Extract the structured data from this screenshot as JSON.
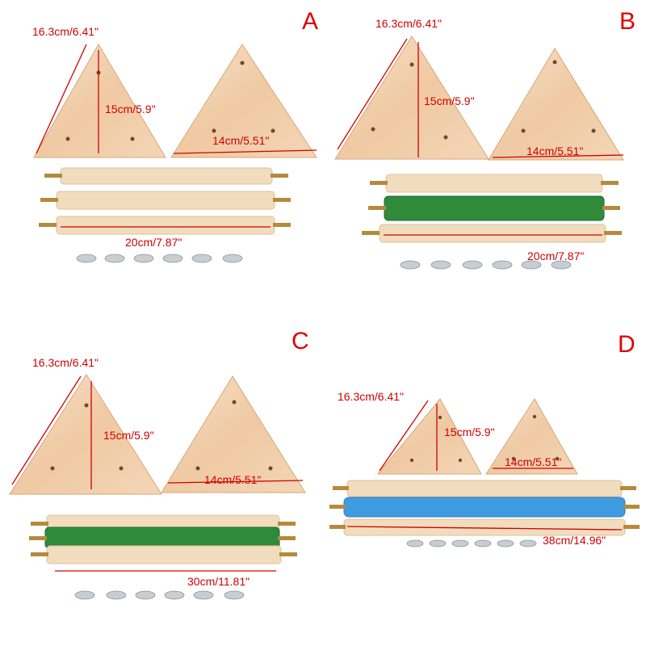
{
  "panels": [
    {
      "letter": "A",
      "diag": "16.3cm/6.41\"",
      "height": "15cm/5.9\"",
      "base": "14cm/5.51\"",
      "rod": "20cm/7.87\"",
      "rod_colors": [
        "#f1dcbd",
        "#f1dcbd",
        "#f1dcbd"
      ]
    },
    {
      "letter": "B",
      "diag": "16.3cm/6.41\"",
      "height": "15cm/5.9\"",
      "base": "14cm/5.51\"",
      "rod": "20cm/7.87\"",
      "rod_colors": [
        "#f1dcbd",
        "#2f8a3a",
        "#f1dcbd"
      ]
    },
    {
      "letter": "C",
      "diag": "16.3cm/6.41\"",
      "height": "15cm/5.9\"",
      "base": "14cm/5.51\"",
      "rod": "30cm/11.81\"",
      "rod_colors": [
        "#f1dcbd",
        "#2f8a3a",
        "#f1dcbd"
      ]
    },
    {
      "letter": "D",
      "diag": "16.3cm/6.41\"",
      "height": "15cm/5.9\"",
      "base": "14cm/5.51\"",
      "rod": "38cm/14.96\"",
      "rod_colors": [
        "#f1dcbd",
        "#3f9be0",
        "#f1dcbd"
      ]
    }
  ],
  "colors": {
    "wood": "#eec9a2",
    "wood_dark": "#dea97c",
    "label": "#d10000",
    "letter": "#e00000",
    "nut": "#c8cdd2"
  }
}
